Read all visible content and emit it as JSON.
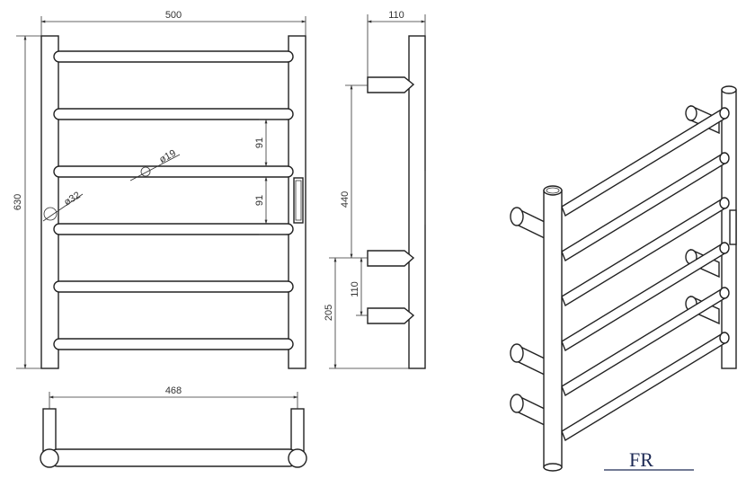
{
  "dimensions": {
    "width": "500",
    "height": "630",
    "pipe_diameter": "ø32",
    "bar_diameter": "ø19",
    "spacing_upper": "91",
    "spacing_lower": "91",
    "depth": "110",
    "mount_span": "440",
    "mount_spacing": "110",
    "mount_bottom": "205",
    "rail_length": "468"
  },
  "logo": {
    "text": "FR",
    "color": "#1d2a55"
  },
  "colors": {
    "line": "#222222",
    "background": "#ffffff"
  }
}
